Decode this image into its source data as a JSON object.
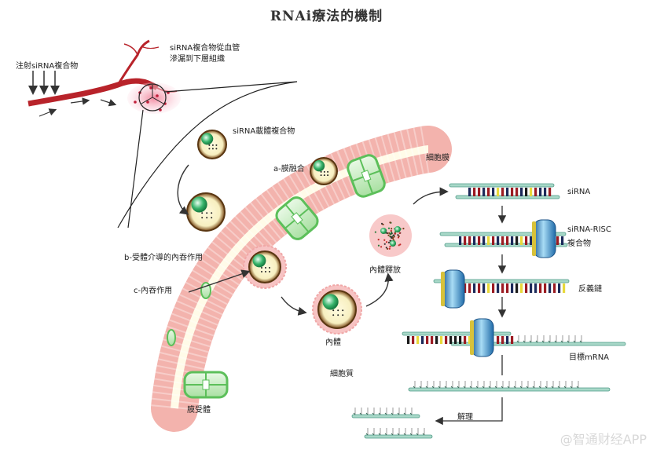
{
  "title": "RNAi療法的機制",
  "labels": {
    "inject": "注射siRNA複合物",
    "leak_line1": "siRNA複合物從血管",
    "leak_line2": "滲漏到下層組織",
    "carrier": "siRNA載體複合物",
    "membrane_fusion": "a-膜融合",
    "cell_membrane": "細胞膜",
    "receptor_endocytosis": "b-受體介導的內吞作用",
    "endocytosis": "c-內吞作用",
    "endosome": "內體",
    "endosome_release": "內體釋放",
    "cytoplasm": "細胞質",
    "membrane_receptor": "膜受體",
    "sirna": "siRNA",
    "risc_line1": "siRNA-RISC",
    "risc_line2": "複合物",
    "antisense": "反義鏈",
    "target_mrna": "目標mRNA",
    "degradation": "解理"
  },
  "watermark": "@智通财经APP",
  "colors": {
    "vessel": "#b8232a",
    "membrane": "#f3b3ad",
    "receptor": "#5cbf5a",
    "strand": "#a8d8c8",
    "risc": "#3a8fc8",
    "base_colors": [
      "#1c2a5a",
      "#9b1b22",
      "#e8d83a",
      "#1a1a1a"
    ]
  }
}
